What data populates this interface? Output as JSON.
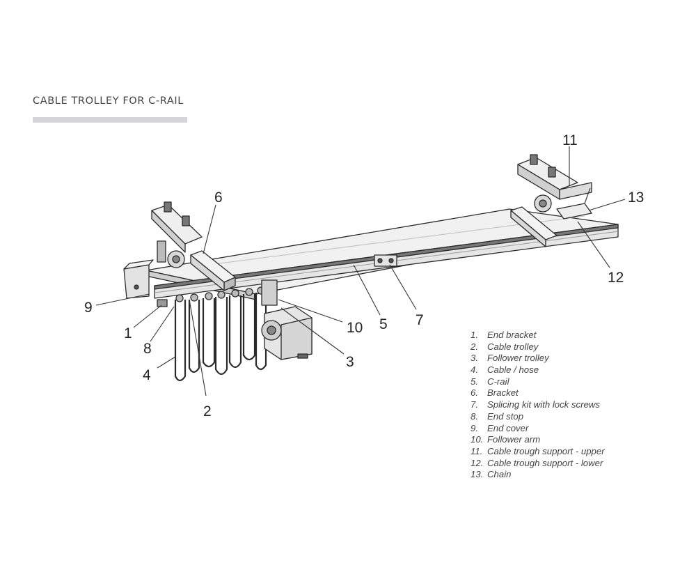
{
  "title": "CABLE TROLLEY FOR C-RAIL",
  "callouts": {
    "c1": "1",
    "c2": "2",
    "c3": "3",
    "c4": "4",
    "c5": "5",
    "c6": "6",
    "c7": "7",
    "c8": "8",
    "c9": "9",
    "c10": "10",
    "c11": "11",
    "c12": "12",
    "c13": "13"
  },
  "legend": [
    {
      "num": "1.",
      "label": "End bracket"
    },
    {
      "num": "2.",
      "label": "Cable trolley"
    },
    {
      "num": "3.",
      "label": "Follower trolley"
    },
    {
      "num": "4.",
      "label": "Cable / hose"
    },
    {
      "num": "5.",
      "label": "C-rail"
    },
    {
      "num": "6.",
      "label": "Bracket"
    },
    {
      "num": "7.",
      "label": "Splicing kit with lock screws"
    },
    {
      "num": "8.",
      "label": "End stop"
    },
    {
      "num": "9.",
      "label": "End cover"
    },
    {
      "num": "10.",
      "label": "Follower arm"
    },
    {
      "num": "11.",
      "label": "Cable trough support - upper"
    },
    {
      "num": "12.",
      "label": "Cable trough support - lower"
    },
    {
      "num": "13.",
      "label": "Chain"
    }
  ],
  "colors": {
    "accent_bar": "#d6d6d8",
    "line": "#2a2a2a",
    "rail_fill": "#e9e9e9",
    "rail_dark": "#6f6f6f"
  }
}
